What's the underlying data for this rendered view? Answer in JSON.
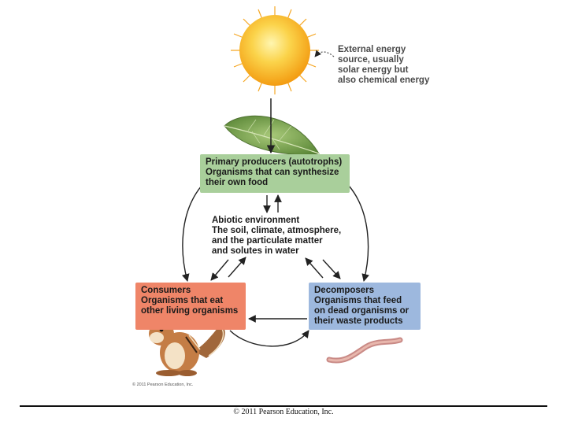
{
  "energy_source": {
    "lines": [
      "External energy",
      "source, usually",
      "solar energy but",
      "also chemical energy"
    ]
  },
  "producers": {
    "title": "Primary producers (autotrophs)",
    "lines": [
      "Organisms that can synthesize",
      "their own food"
    ]
  },
  "abiotic": {
    "title": "Abiotic environment",
    "lines": [
      "The soil, climate, atmosphere,",
      "and the particulate matter",
      "and solutes in water"
    ]
  },
  "consumers": {
    "title": "Consumers",
    "lines": [
      "Organisms that eat",
      "other living organisms"
    ]
  },
  "decomposers": {
    "title": "Decomposers",
    "lines": [
      "Organisms that feed",
      "on dead organisms or",
      "their waste products"
    ]
  },
  "image_credit": "© 2011 Pearson Education, Inc.",
  "footer": "© 2011 Pearson Education, Inc.",
  "colors": {
    "producers": "#a9cf9b",
    "consumers": "#ef8568",
    "decomposers": "#9db8de",
    "sun": "#f7b51c",
    "leaf": "#7fa653"
  }
}
